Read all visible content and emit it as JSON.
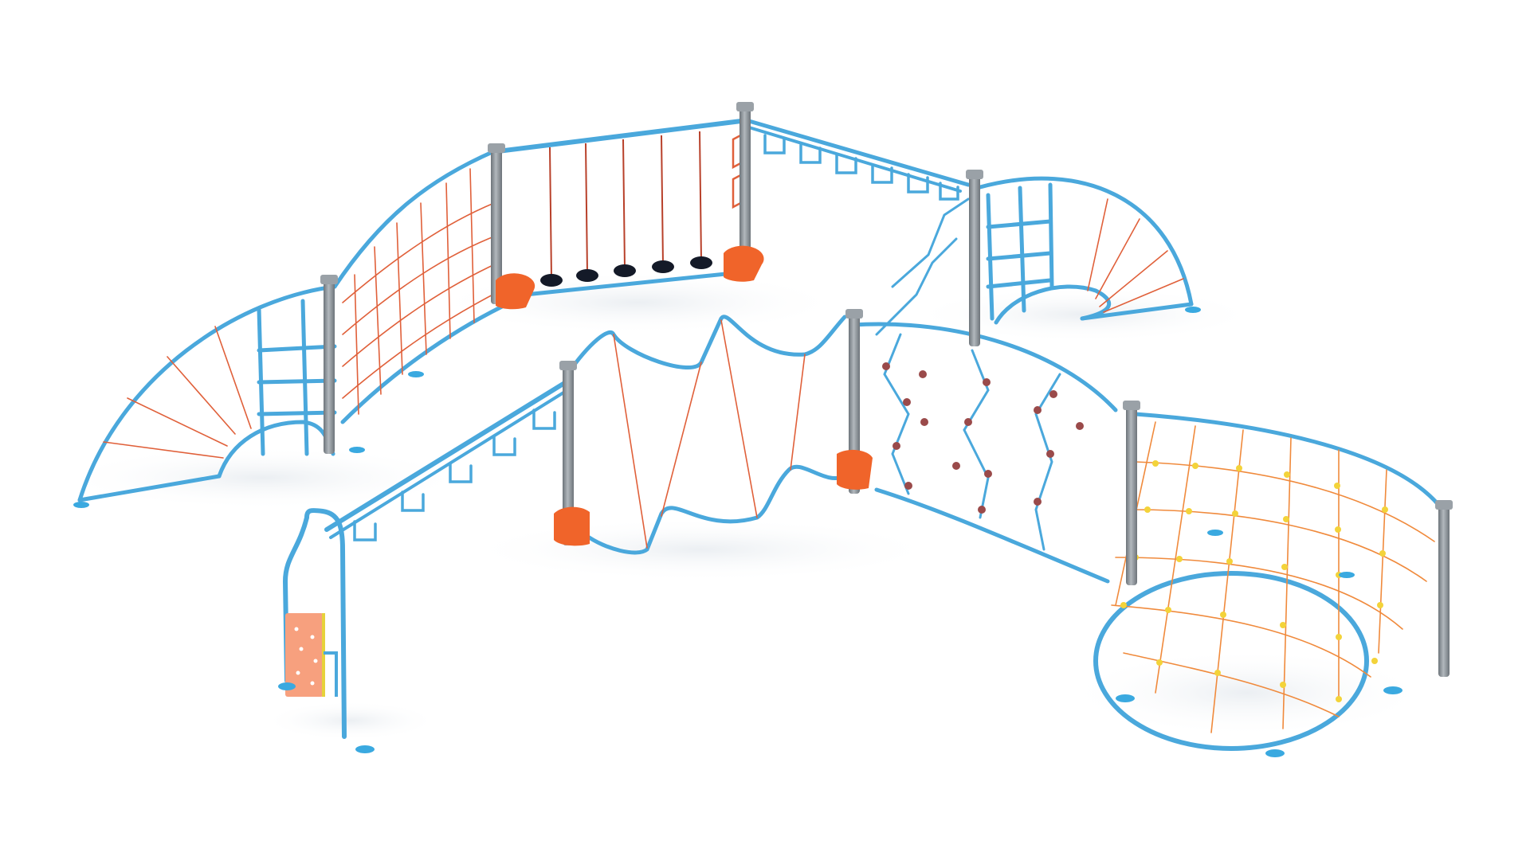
{
  "image": {
    "subject": "playground-climbing-course-render",
    "background_color": "#ffffff"
  },
  "palette": {
    "frame_blue": "#4aa8dc",
    "frame_blue_dark": "#2f86bd",
    "post_gray": "#8f969c",
    "post_gray_dark": "#6d747a",
    "rope_red": "#e0603a",
    "rope_orange": "#f08a3c",
    "knot_yellow": "#f3d33a",
    "pad_orange": "#f0642a",
    "step_black": "#141a28",
    "hold_brown": "#9a4a4a",
    "panel_peach": "#f7a07e",
    "foot_blue": "#3aa9e0",
    "shadow": "#eef1f4"
  },
  "components": [
    "left-fan-net-section",
    "curved-rope-net-wall",
    "hanging-disc-rope-traverse",
    "overhead-hand-ring-ladder-back",
    "right-fan-net-section",
    "diagonal-monkey-bar-ladder",
    "entry-panel-with-climbing-holds",
    "zigzag-rope-traverse",
    "climbing-hold-wall",
    "wave-rope-chain",
    "circular-cargo-net-enclosure"
  ]
}
